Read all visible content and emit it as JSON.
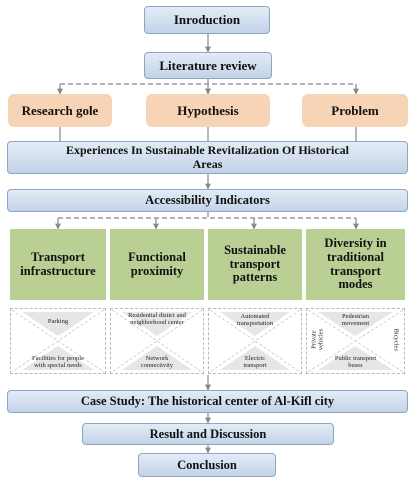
{
  "introduction": "Inroduction",
  "literature_review": "Literature review",
  "branches": [
    "Research gole",
    "Hypothesis",
    "Problem"
  ],
  "experiences": [
    "Experiences In Sustainable Revitalization Of Historical",
    "Areas"
  ],
  "accessibility": "Accessibility Indicators",
  "indicators": [
    {
      "title": [
        "Transport",
        "infrastructure"
      ],
      "top": [
        "Parking"
      ],
      "bottom": [
        "Facilities for people",
        "with special needs"
      ]
    },
    {
      "title": [
        "Functional",
        "proximity"
      ],
      "top": [
        "Residential distict and",
        "neighborhood center"
      ],
      "bottom": [
        "Network",
        "connectivity"
      ]
    },
    {
      "title": [
        "Sustainable",
        "transport",
        "patterns"
      ],
      "top": [
        "Automated",
        "transportation"
      ],
      "bottom": [
        "Electric",
        "transport"
      ]
    },
    {
      "title": [
        "Diversity in",
        "traditional",
        "transport",
        "modes"
      ],
      "top": [
        "Pedestrian",
        "movement"
      ],
      "left": [
        "Private",
        "vehicles"
      ],
      "right": [
        "Bicycles"
      ],
      "bottom": [
        "Public transport",
        "buses"
      ]
    }
  ],
  "case_study": "Case Study: The historical center of Al-Kifl city",
  "result": "Result and Discussion",
  "conclusion": "Conclusion",
  "colors": {
    "blue_box": "#c9d7ea",
    "blue_border": "#8ea6c4",
    "tan_box": "#f7d4b6",
    "green_box": "#b9cf93",
    "connector": "#888888"
  }
}
